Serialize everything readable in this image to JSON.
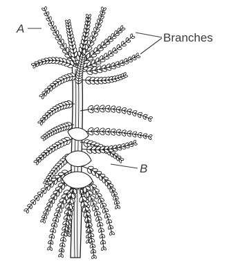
{
  "labels": {
    "a": "A",
    "branches": "Branches",
    "b": "B"
  },
  "colors": {
    "ink": "#1a1a1a",
    "label": "#3a3a3a",
    "background": "#ffffff"
  }
}
